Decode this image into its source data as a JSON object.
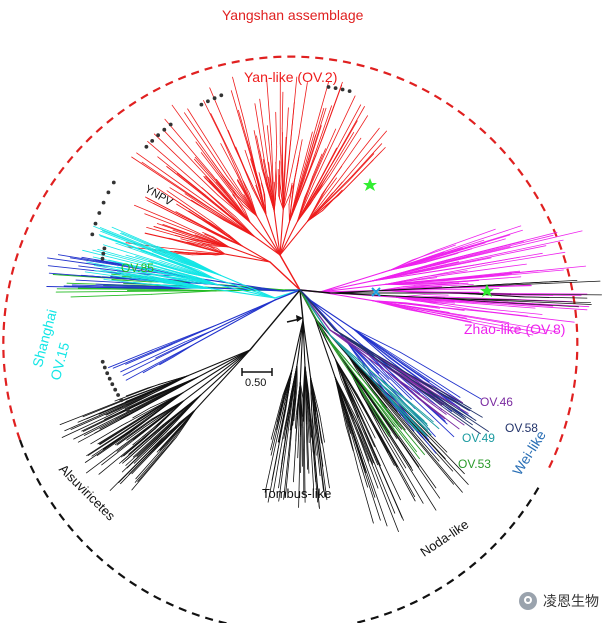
{
  "title": "Yangshan assemblage",
  "scale_bar_label": "0.50",
  "colors": {
    "yangshan_arc": "#e02020",
    "yan": "#ee1c1c",
    "zhao": "#ee22ee",
    "shanghai": "#14e6e6",
    "ov85": "#22bb22",
    "blue": "#2233cc",
    "black": "#111111",
    "ov46": "#7a2aa0",
    "ov49": "#1a9aa0",
    "ov53": "#2a9a2a",
    "ov58": "#22336a",
    "wei": "#2a6fb5",
    "star": "#33ee33"
  },
  "clades": {
    "yan_like": "Yan-like (OV.2)",
    "ynpv": "YNPV",
    "ov85": "OV.85",
    "shanghai_line1": "Shanghai",
    "shanghai_line2": "OV.15",
    "zhao_like": "Zhao-like (OV.8)",
    "ov46": "OV.46",
    "ov58": "OV.58",
    "ov49": "OV.49",
    "ov53": "OV.53",
    "wei_like": "Wei-like",
    "tombus_like": "Tombus-like",
    "noda_like": "Noda-like",
    "alsuviricetes": "Alsuviricetes"
  },
  "watermark": "凌恩生物",
  "icons": [
    "wechat-logo-icon",
    "star-marker-icon",
    "cross-marker-icon",
    "arrow-icon"
  ]
}
